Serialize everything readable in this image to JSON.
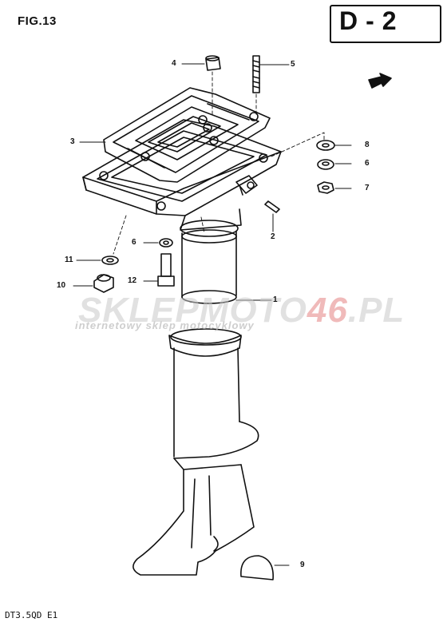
{
  "figure": {
    "title": "FIG.13",
    "section": "D-2",
    "model": "DT3.5QD E1"
  },
  "watermark": {
    "main_a": "SKLEP",
    "main_b": "MOTO",
    "main_c": "46",
    "main_d": ".PL",
    "sub": "internetowy sklep motocyklowy"
  },
  "callouts": [
    "4",
    "5",
    "3",
    "8",
    "6",
    "7",
    "2",
    "6",
    "11",
    "12",
    "10",
    "1",
    "9"
  ]
}
